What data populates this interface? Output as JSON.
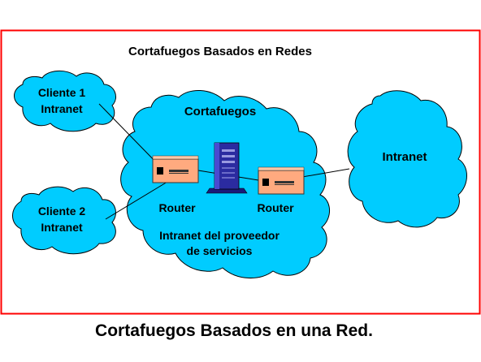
{
  "diagram": {
    "title": "Cortafuegos Basados en Redes",
    "caption": "Cortafuegos Basados en una Red.",
    "clouds": {
      "cliente1": [
        "Cliente 1",
        "Intranet"
      ],
      "cliente2": [
        "Cliente 2",
        "Intranet"
      ],
      "provider": {
        "top_label": "Cortafuegos",
        "bottom_label": [
          "Intranet del proveedor",
          "de servicios"
        ]
      },
      "intranet": "Intranet"
    },
    "routers": {
      "left_label": "Router",
      "right_label": "Router"
    },
    "icons": {
      "router": "router-icon",
      "server": "server-tower-icon"
    },
    "colors": {
      "cloud_fill": "#00ccff",
      "frame_border": "#ff0000",
      "router_fill": "#ffaa7f",
      "server_fill": "#2b2ba0"
    }
  }
}
